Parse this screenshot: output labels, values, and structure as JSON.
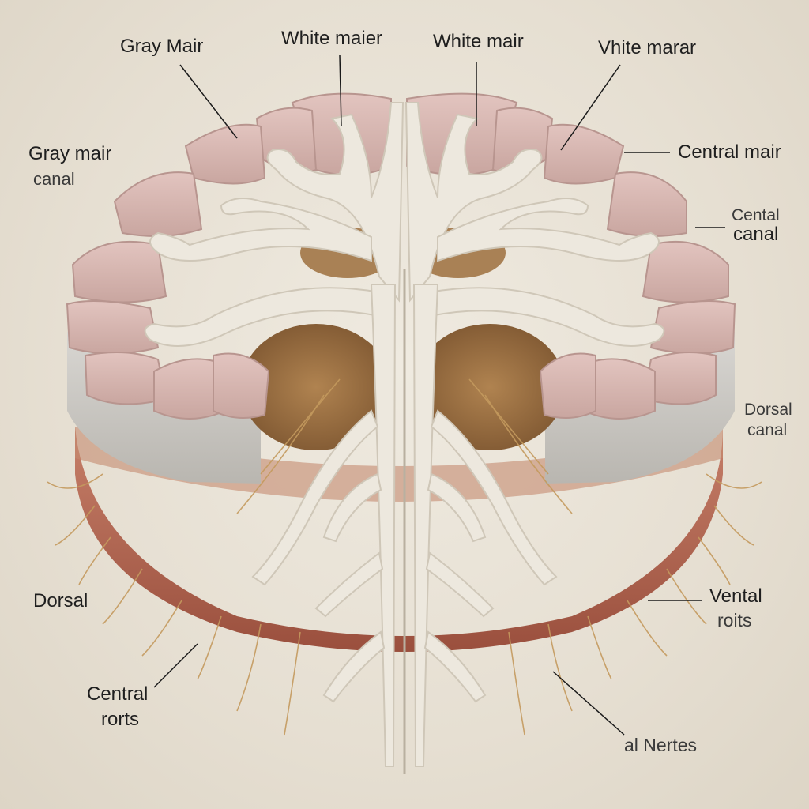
{
  "labels": {
    "gray_mair_top": "Gray Mair",
    "white_maier": "White maier",
    "white_mair": "White mair",
    "white_marar": "Vhite marar",
    "gray_mair_left_1": "Gray mair",
    "gray_mair_left_2": "canal",
    "central_mair": "Central mair",
    "cental_canal_1": "Cental",
    "cental_canal_2": "canal",
    "dorsal_right_1": "Dorsal",
    "dorsal_right_2": "canal",
    "dorsal_left": "Dorsal",
    "ventral_1": "Vental",
    "ventral_2": "roits",
    "central_roits_1": "Central",
    "central_roits_2": "rorts",
    "nerves": "al Nertes"
  },
  "colors": {
    "background": "#e8e2d6",
    "gray_matter": "#ece7dc",
    "white_matter_lobes": "#d9b8b3",
    "outer_tissue": "#b8705a",
    "nerve_roots": "#c9a56a",
    "leader_line": "#1a1a1a"
  }
}
